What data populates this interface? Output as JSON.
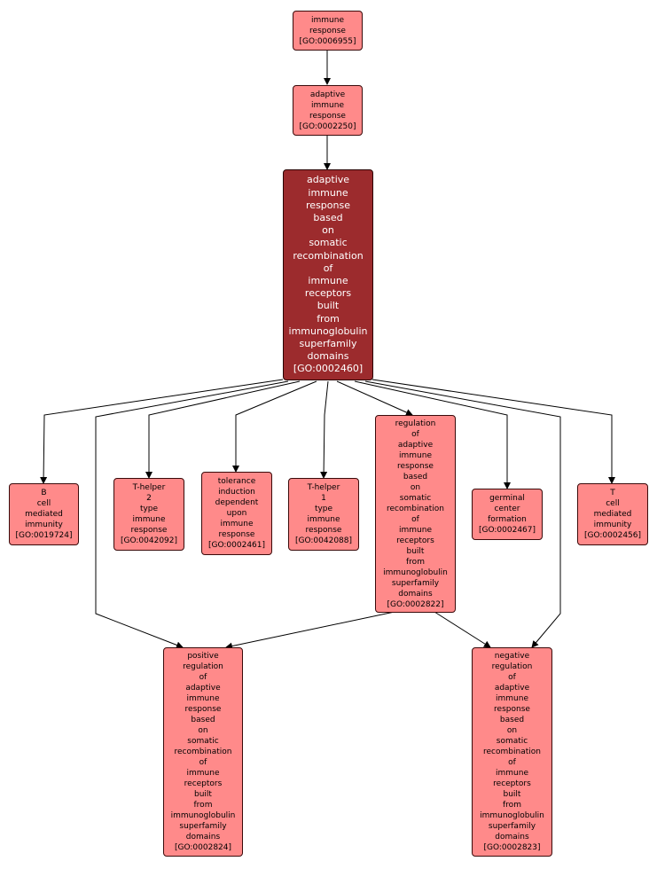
{
  "diagram": {
    "nodes": [
      {
        "id": "n0006955",
        "label": "immune\nresponse\n[GO:0006955]",
        "focus": false
      },
      {
        "id": "n0002250",
        "label": "adaptive\nimmune\nresponse\n[GO:0002250]",
        "focus": false
      },
      {
        "id": "n0002460",
        "label": "adaptive\nimmune\nresponse\nbased\non\nsomatic\nrecombination\nof\nimmune\nreceptors\nbuilt\nfrom\nimmunoglobulin\nsuperfamily\ndomains\n[GO:0002460]",
        "focus": true
      },
      {
        "id": "n0019724",
        "label": "B\ncell\nmediated\nimmunity\n[GO:0019724]",
        "focus": false
      },
      {
        "id": "n0042092",
        "label": "T-helper\n2\ntype\nimmune\nresponse\n[GO:0042092]",
        "focus": false
      },
      {
        "id": "n0002461",
        "label": "tolerance\ninduction\ndependent\nupon\nimmune\nresponse\n[GO:0002461]",
        "focus": false
      },
      {
        "id": "n0042088",
        "label": "T-helper\n1\ntype\nimmune\nresponse\n[GO:0042088]",
        "focus": false
      },
      {
        "id": "n0002822",
        "label": "regulation\nof\nadaptive\nimmune\nresponse\nbased\non\nsomatic\nrecombination\nof\nimmune\nreceptors\nbuilt\nfrom\nimmunoglobulin\nsuperfamily\ndomains\n[GO:0002822]",
        "focus": false
      },
      {
        "id": "n0002467",
        "label": "germinal\ncenter\nformation\n[GO:0002467]",
        "focus": false
      },
      {
        "id": "n0002456",
        "label": "T\ncell\nmediated\nimmunity\n[GO:0002456]",
        "focus": false
      },
      {
        "id": "n0002824",
        "label": "positive\nregulation\nof\nadaptive\nimmune\nresponse\nbased\non\nsomatic\nrecombination\nof\nimmune\nreceptors\nbuilt\nfrom\nimmunoglobulin\nsuperfamily\ndomains\n[GO:0002824]",
        "focus": false
      },
      {
        "id": "n0002823",
        "label": "negative\nregulation\nof\nadaptive\nimmune\nresponse\nbased\non\nsomatic\nrecombination\nof\nimmune\nreceptors\nbuilt\nfrom\nimmunoglobulin\nsuperfamily\ndomains\n[GO:0002823]",
        "focus": false
      }
    ],
    "edges": [
      {
        "from": "n0006955",
        "to": "n0002250"
      },
      {
        "from": "n0002250",
        "to": "n0002460"
      },
      {
        "from": "n0002460",
        "to": "n0019724"
      },
      {
        "from": "n0002460",
        "to": "n0042092"
      },
      {
        "from": "n0002460",
        "to": "n0002461"
      },
      {
        "from": "n0002460",
        "to": "n0042088"
      },
      {
        "from": "n0002460",
        "to": "n0002822"
      },
      {
        "from": "n0002460",
        "to": "n0002467"
      },
      {
        "from": "n0002460",
        "to": "n0002456"
      },
      {
        "from": "n0002460",
        "to": "n0002824"
      },
      {
        "from": "n0002460",
        "to": "n0002823"
      },
      {
        "from": "n0002822",
        "to": "n0002824"
      },
      {
        "from": "n0002822",
        "to": "n0002823"
      }
    ]
  }
}
